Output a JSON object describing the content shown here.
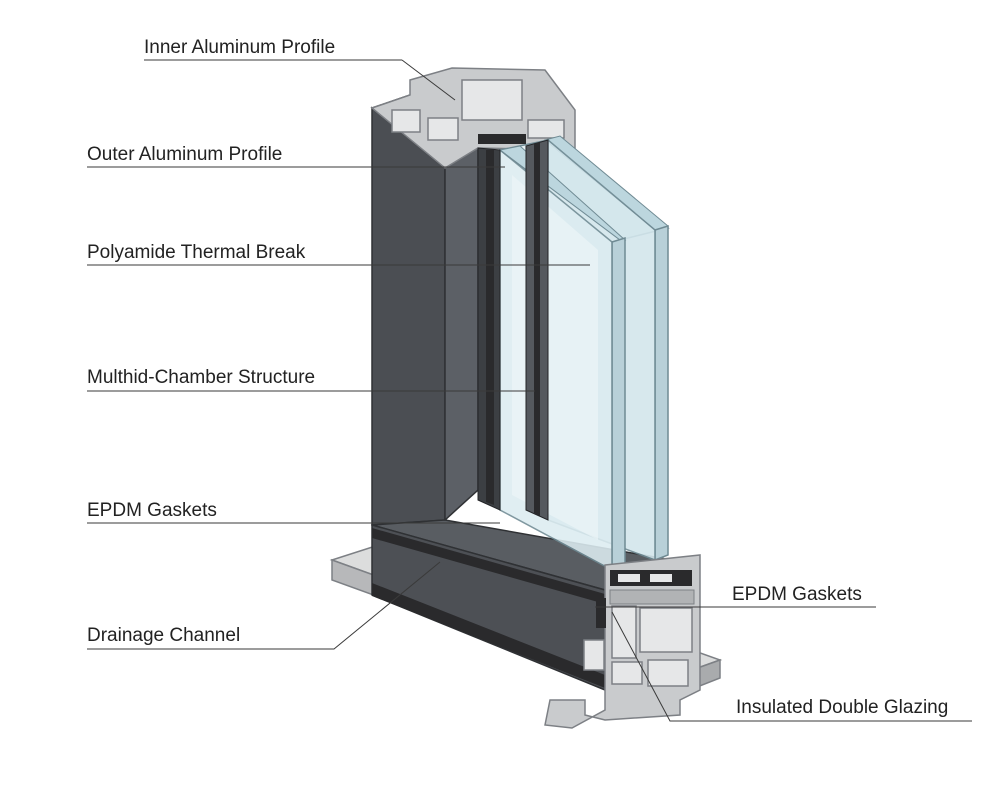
{
  "colors": {
    "background": "#ffffff",
    "frame_dark": "#4b4e53",
    "frame_mid": "#5c6066",
    "profile_light": "#c9cbcd",
    "profile_edge": "#7d8085",
    "glass": "#cfe3ea",
    "glass_edge": "#6f8a93",
    "sill": "#c5c6c7",
    "gasket": "#2a2a2c",
    "line": "#3a3a3a",
    "text": "#222222"
  },
  "labels": {
    "inner_profile": "Inner Aluminum Profile",
    "outer_profile": "Outer Aluminum Profile",
    "thermal_break": "Polyamide Thermal Break",
    "chamber": "Multhid-Chamber Structure",
    "gaskets_left": "EPDM Gaskets",
    "drainage": "Drainage Channel",
    "gaskets_right": "EPDM Gaskets",
    "glazing": "Insulated Double Glazing"
  }
}
